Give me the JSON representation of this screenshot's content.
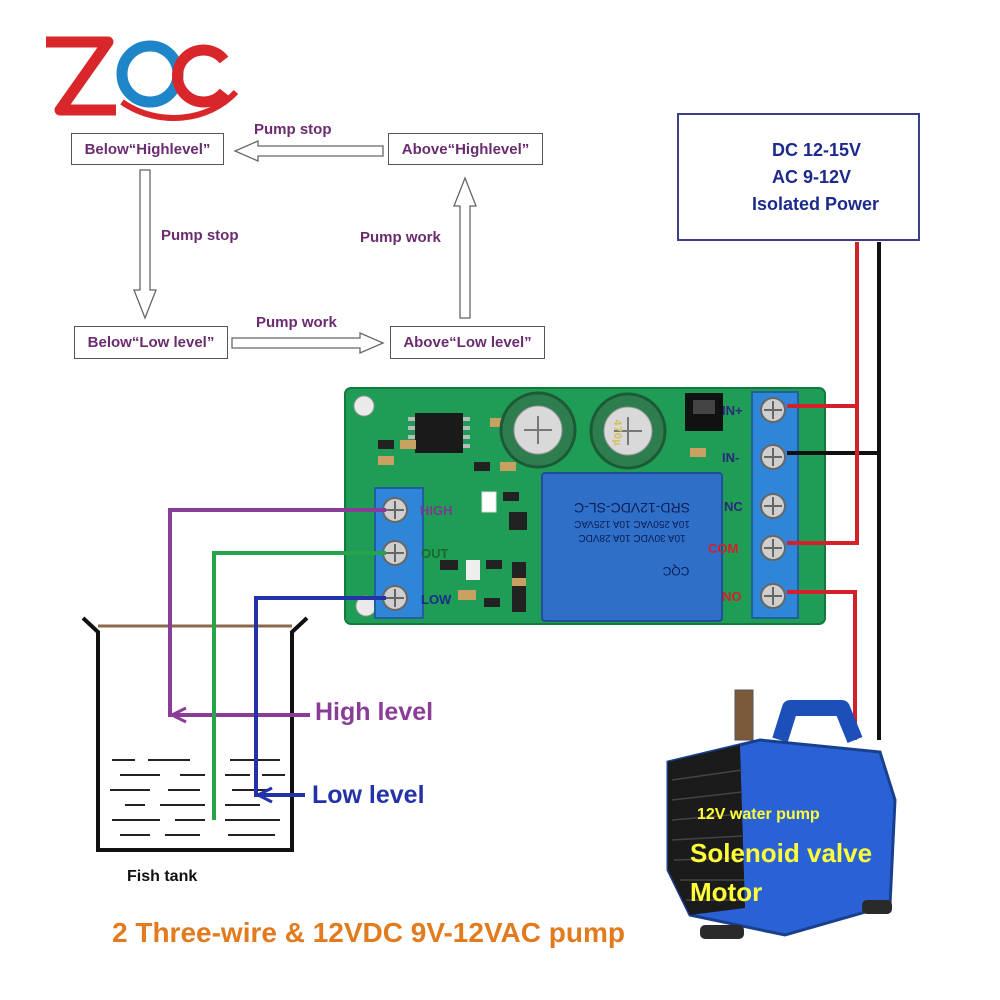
{
  "logo": {
    "text": "ZQC",
    "colors": {
      "z": "#d8262b",
      "q": "#1e86c8",
      "c": "#d8262b"
    }
  },
  "flow": {
    "states": {
      "below_high": "Below“Highlevel”",
      "above_high": "Above“Highlevel”",
      "below_low": "Below“Low level”",
      "above_low": "Above“Low level”"
    },
    "transitions": {
      "top": "Pump stop",
      "left": "Pump stop",
      "right": "Pump work",
      "bottom": "Pump work"
    }
  },
  "power": {
    "line1": "DC 12-15V",
    "line2": "AC 9-12V",
    "line3": "Isolated Power"
  },
  "board": {
    "left_pins": {
      "high": "HIGH",
      "out": "OUT",
      "low": "LOW"
    },
    "right_pins": {
      "in_plus": "IN+",
      "in_minus": "IN-",
      "nc": "NC",
      "com": "COM",
      "no": "NO"
    },
    "relay_lines": [
      "SRD-12VDC-SL-C",
      "10A 250VAC  10A 125VAC",
      "10A 30VDC  10A 28VDC"
    ],
    "relay_brand": "CQC",
    "capacitor_text": "470μ"
  },
  "tank": {
    "label": "Fish tank"
  },
  "levels": {
    "high": "High level",
    "low": "Low level"
  },
  "pump": {
    "line1": "12V water pump",
    "line2": "Solenoid valve",
    "line3": "Motor"
  },
  "caption": "2 Three-wire & 12VDC 9V-12VAC pump",
  "colors": {
    "purple_wire": "#8a3d97",
    "green_wire": "#27a44a",
    "blue_wire": "#2332a8",
    "red_wire": "#d4202a",
    "black_wire": "#111111",
    "board": "#1f9c55",
    "relay": "#2f6fc8",
    "caption": "#e27a1e",
    "pump_text": "#ffff3a"
  }
}
